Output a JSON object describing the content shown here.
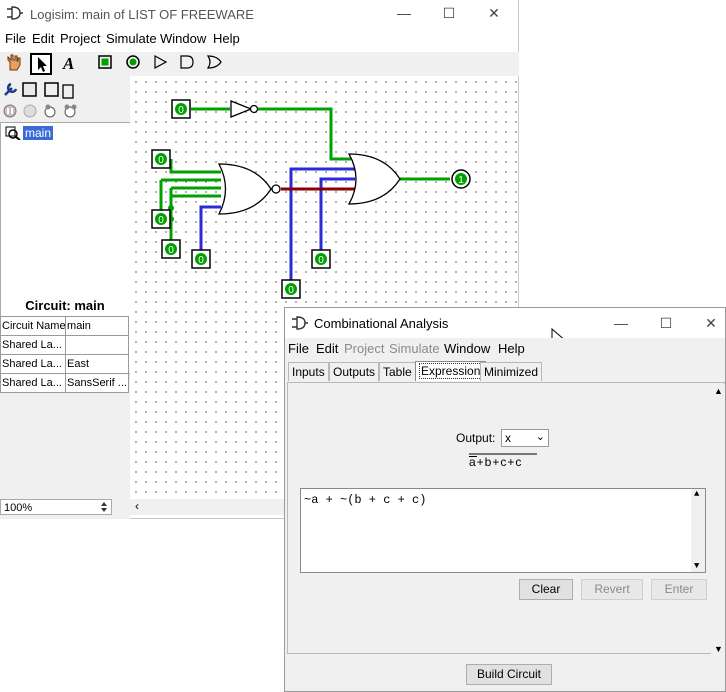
{
  "main_window": {
    "title": "Logisim: main of LIST OF FREEWARE",
    "menus": [
      "File",
      "Edit",
      "Project",
      "Simulate",
      "Window",
      "Help"
    ],
    "toolbar_tools": [
      "poke-tool",
      "select-tool",
      "text-tool",
      "input-pin",
      "output-pin",
      "not-gate",
      "and-gate",
      "or-gate"
    ],
    "tree": {
      "item": "main"
    },
    "attributes": {
      "title": "Circuit: main",
      "rows": [
        {
          "name": "Circuit Name",
          "value": "main"
        },
        {
          "name": "Shared La...",
          "value": ""
        },
        {
          "name": "Shared La...",
          "value": "East"
        },
        {
          "name": "Shared La...",
          "value": "SansSerif ..."
        }
      ]
    },
    "zoom": "100%",
    "circuit": {
      "pins": [
        "0",
        "0",
        "0",
        "0",
        "0",
        "0",
        "0"
      ],
      "output_value": "1"
    }
  },
  "analysis_window": {
    "title": "Combinational Analysis",
    "menus": [
      {
        "label": "File",
        "enabled": true
      },
      {
        "label": "Edit",
        "enabled": true
      },
      {
        "label": "Project",
        "enabled": false
      },
      {
        "label": "Simulate",
        "enabled": false
      },
      {
        "label": "Window",
        "enabled": true
      },
      {
        "label": "Help",
        "enabled": true
      }
    ],
    "tabs": [
      "Inputs",
      "Outputs",
      "Table",
      "Expression",
      "Minimized"
    ],
    "active_tab": "Expression",
    "output_label": "Output:",
    "output_selected": "x",
    "expression_preview": "a+b+c+c",
    "expression_text": "~a + ~(b + c + c)",
    "buttons": {
      "clear": "Clear",
      "revert": "Revert",
      "enter": "Enter",
      "build": "Build Circuit"
    }
  },
  "colors": {
    "wire_on": "#00a000",
    "wire_blue": "#2a2ad6",
    "wire_error": "#8b0000",
    "selection": "#3a6bd6"
  }
}
